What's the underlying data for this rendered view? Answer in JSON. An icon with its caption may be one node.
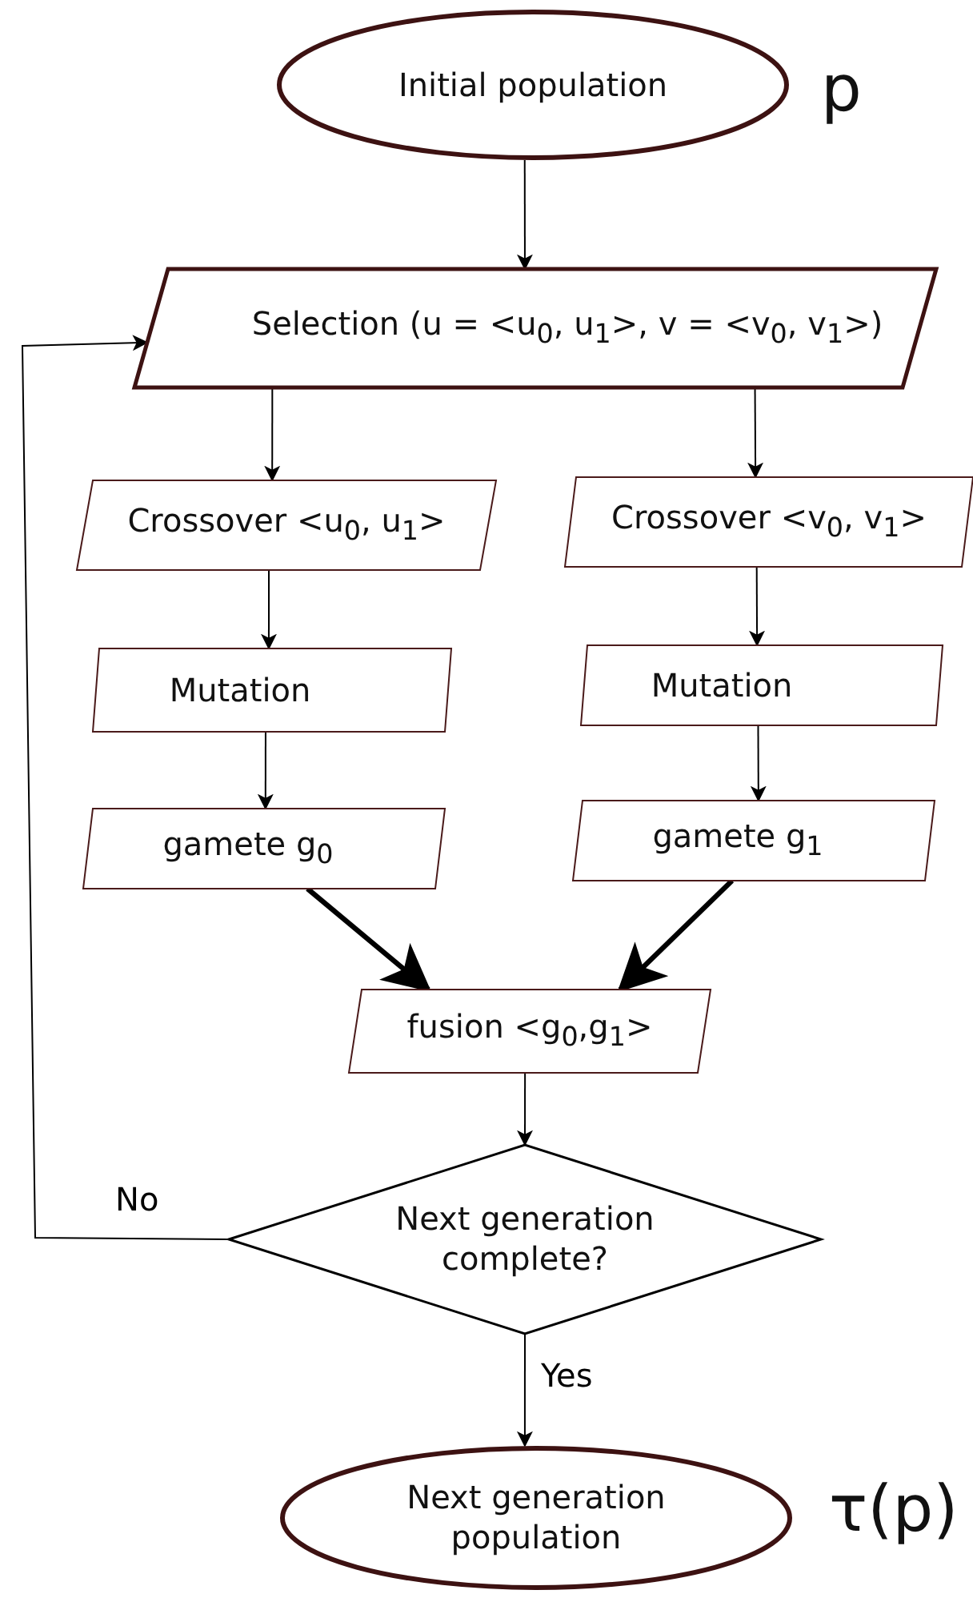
{
  "diagram": {
    "nodes": [
      {
        "text": [
          "Initial population"
        ],
        "beside": [
          "p"
        ]
      },
      {
        "text": [
          "Selection (u = <u$_{0}$, u$_{1}$>, v = <v$_{0}$, v$_{1}$>)"
        ]
      },
      {
        "text": [
          "Crossover <u$_{0}$, u$_{1}$>"
        ]
      },
      {
        "text": [
          "Crossover <v$_{0}$, v$_{1}$>"
        ]
      },
      {
        "text": [
          "Mutation"
        ]
      },
      {
        "text": [
          "Mutation"
        ]
      },
      {
        "text": [
          "gamete g$_{0}$"
        ]
      },
      {
        "text": [
          "gamete g$_{1}$"
        ]
      },
      {
        "text": [
          "fusion <g$_{0}$,g$_{1}$>"
        ]
      },
      {
        "text": [
          "Next generation complete?"
        ]
      },
      {
        "text": [
          "Next generation population"
        ],
        "beside": [
          "τ(p)"
        ]
      }
    ],
    "edges": [
      {
        "from": 0,
        "to": 1,
        "arrow": "to"
      },
      {
        "from": 1,
        "to": 2,
        "arrow": "to"
      },
      {
        "from": 1,
        "to": 3,
        "arrow": "to"
      },
      {
        "from": 2,
        "to": 4,
        "arrow": "to"
      },
      {
        "from": 3,
        "to": 5,
        "arrow": "to"
      },
      {
        "from": 4,
        "to": 6,
        "arrow": "to"
      },
      {
        "from": 5,
        "to": 7,
        "arrow": "to"
      },
      {
        "from": 6,
        "to": 8,
        "arrow": "to",
        "style": "thick"
      },
      {
        "from": 7,
        "to": 8,
        "arrow": "to",
        "style": "thick"
      },
      {
        "from": 8,
        "to": 9,
        "arrow": "to"
      },
      {
        "from": 9,
        "to": 1,
        "arrow": "to",
        "label": "No"
      },
      {
        "from": 9,
        "to": 10,
        "arrow": "to",
        "label": "Yes"
      }
    ]
  }
}
